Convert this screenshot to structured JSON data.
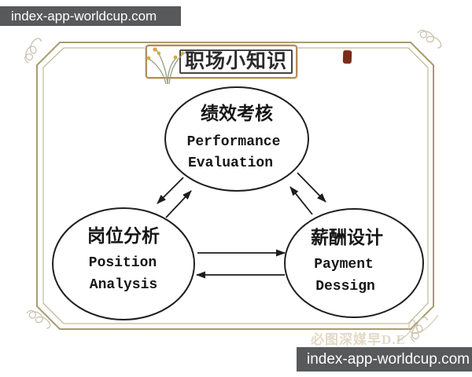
{
  "watermarks": {
    "top": "index-app-worldcup.com",
    "bottom": "index-app-worldcup.com"
  },
  "banner": {
    "title": "职场小知识",
    "flower_icon": "orchid-icon"
  },
  "seal_color": "#7d2b1b",
  "frame_color": "#a79c70",
  "faint_signature": "必图深媒早D.E",
  "diagram": {
    "type": "cycle",
    "nodes": [
      {
        "id": "performance",
        "zh": "绩效考核",
        "en_line1": "Performance",
        "en_line2": "Evaluation"
      },
      {
        "id": "position",
        "zh": "岗位分析",
        "en_line1": "Position",
        "en_line2": "Analysis"
      },
      {
        "id": "payment",
        "zh": "薪酬设计",
        "en_line1": "Payment",
        "en_line2": "Dessign"
      }
    ],
    "edges": [
      {
        "from": "performance",
        "to": "position",
        "bidirectional": true
      },
      {
        "from": "performance",
        "to": "payment",
        "bidirectional": true
      },
      {
        "from": "position",
        "to": "payment",
        "bidirectional": true
      }
    ]
  }
}
